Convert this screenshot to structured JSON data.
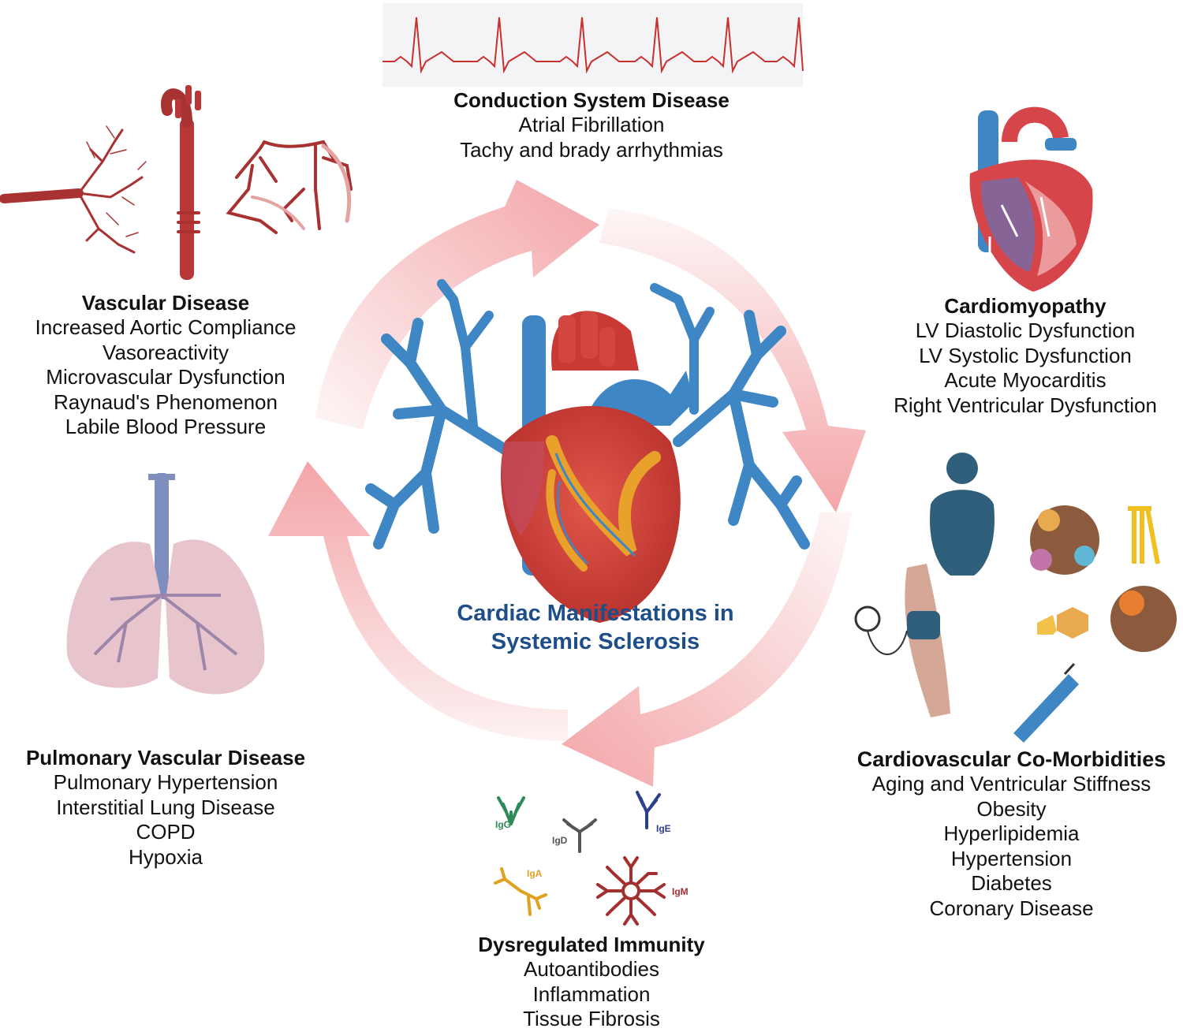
{
  "center_title": [
    "Cardiac Manifestations in",
    "Systemic Sclerosis"
  ],
  "colors": {
    "cycle_arrow": "#f3a5a8",
    "center_title": "#1d4e89",
    "vessel_blue": "#3e86c4",
    "heart_red": "#d2453f",
    "artery_red": "#a83232",
    "lung_pink": "#e8c4cc",
    "trachea": "#7e8fbf",
    "person": "#2f5f7a",
    "igG": "#2e8b57",
    "igD": "#555555",
    "igE": "#2c3e8c",
    "igA": "#e0a020",
    "igM": "#a32f2f"
  },
  "blocks": {
    "conduction": {
      "title": "Conduction System Disease",
      "items": [
        "Atrial Fibrillation",
        "Tachy and brady arrhythmias"
      ]
    },
    "vascular": {
      "title": "Vascular Disease",
      "items": [
        "Increased Aortic Compliance",
        "Vasoreactivity",
        "Microvascular Dysfunction",
        "Raynaud's Phenomenon",
        "Labile Blood Pressure"
      ]
    },
    "cardiomyopathy": {
      "title": "Cardiomyopathy",
      "items": [
        "LV Diastolic Dysfunction",
        "LV Systolic Dysfunction",
        "Acute Myocarditis",
        "Right Ventricular Dysfunction"
      ]
    },
    "pulmonary": {
      "title": "Pulmonary Vascular Disease",
      "items": [
        "Pulmonary Hypertension",
        "Interstitial Lung Disease",
        "COPD",
        "Hypoxia"
      ]
    },
    "comorbid": {
      "title": "Cardiovascular Co-Morbidities",
      "items": [
        "Aging and Ventricular Stiffness",
        "Obesity",
        "Hyperlipidemia",
        "Hypertension",
        "Diabetes",
        "Coronary Disease"
      ]
    },
    "immunity": {
      "title": "Dysregulated Immunity",
      "items": [
        "Autoantibodies",
        "Inflammation",
        "Tissue Fibrosis"
      ]
    }
  },
  "antibodies": {
    "igG": "IgG",
    "igD": "IgD",
    "igE": "IgE",
    "igA": "IgA",
    "igM": "IgM"
  }
}
